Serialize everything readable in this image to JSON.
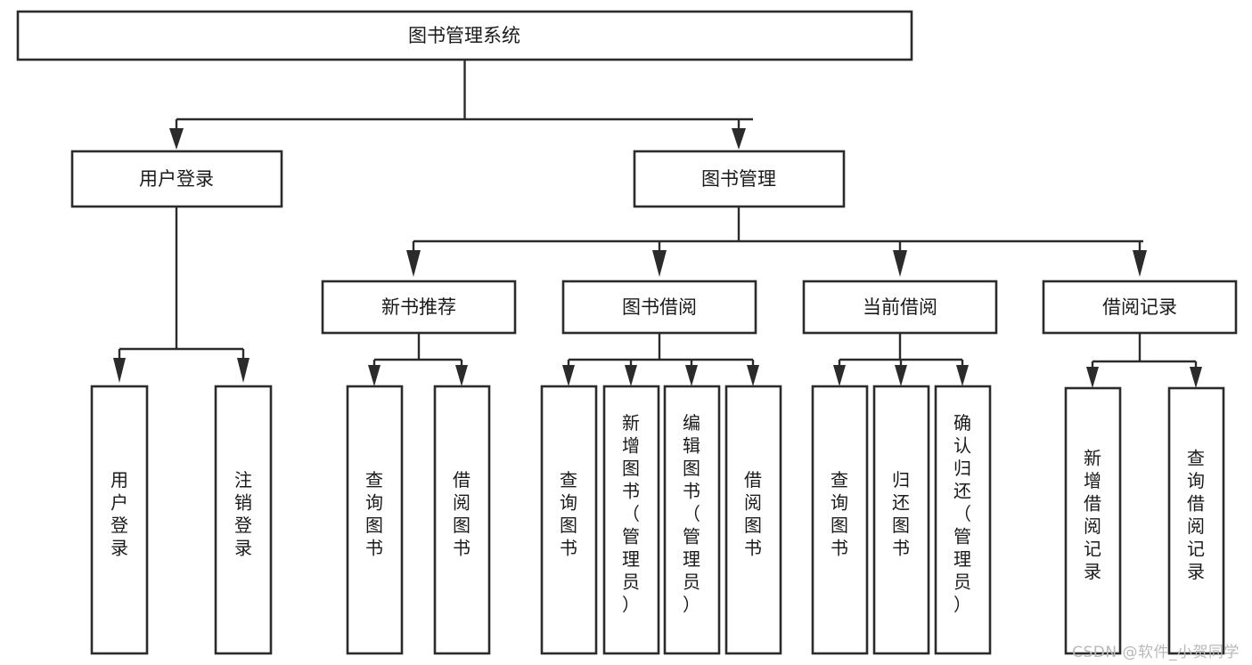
{
  "diagram": {
    "type": "tree-hierarchy",
    "title": "图书管理系统",
    "watermark": "CSDN @软件_小贺同学",
    "nodes": {
      "root": {
        "label": "图书管理系统",
        "level": 1,
        "orientation": "horizontal"
      },
      "l2": [
        {
          "id": "user-login",
          "label": "用户登录",
          "level": 2,
          "orientation": "horizontal"
        },
        {
          "id": "book-manage",
          "label": "图书管理",
          "level": 2,
          "orientation": "horizontal"
        }
      ],
      "l3": [
        {
          "id": "new-book-rec",
          "label": "新书推荐",
          "level": 3,
          "orientation": "horizontal",
          "parent": "book-manage"
        },
        {
          "id": "book-borrow",
          "label": "图书借阅",
          "level": 3,
          "orientation": "horizontal",
          "parent": "book-manage"
        },
        {
          "id": "current-borrow",
          "label": "当前借阅",
          "level": 3,
          "orientation": "horizontal",
          "parent": "book-manage"
        },
        {
          "id": "borrow-record",
          "label": "借阅记录",
          "level": 3,
          "orientation": "horizontal",
          "parent": "book-manage"
        }
      ],
      "leaves": [
        {
          "id": "leaf-user-login",
          "label": "用户登录",
          "parent": "user-login",
          "orientation": "vertical"
        },
        {
          "id": "leaf-user-logout",
          "label": "注销登录",
          "parent": "user-login",
          "orientation": "vertical"
        },
        {
          "id": "leaf-query-book-1",
          "label": "查询图书",
          "parent": "new-book-rec",
          "orientation": "vertical"
        },
        {
          "id": "leaf-borrow-book-1",
          "label": "借阅图书",
          "parent": "new-book-rec",
          "orientation": "vertical"
        },
        {
          "id": "leaf-query-book-2",
          "label": "查询图书",
          "parent": "book-borrow",
          "orientation": "vertical"
        },
        {
          "id": "leaf-add-book",
          "label": "新增图书（管理员）",
          "parent": "book-borrow",
          "orientation": "vertical"
        },
        {
          "id": "leaf-edit-book",
          "label": "编辑图书（管理员）",
          "parent": "book-borrow",
          "orientation": "vertical"
        },
        {
          "id": "leaf-borrow-book-2",
          "label": "借阅图书",
          "parent": "book-borrow",
          "orientation": "vertical"
        },
        {
          "id": "leaf-query-book-3",
          "label": "查询图书",
          "parent": "current-borrow",
          "orientation": "vertical"
        },
        {
          "id": "leaf-return-book",
          "label": "归还图书",
          "parent": "current-borrow",
          "orientation": "vertical"
        },
        {
          "id": "leaf-confirm-return",
          "label": "确认归还（管理员）",
          "parent": "current-borrow",
          "orientation": "vertical"
        },
        {
          "id": "leaf-add-record",
          "label": "新增借阅记录",
          "parent": "borrow-record",
          "orientation": "vertical"
        },
        {
          "id": "leaf-query-record",
          "label": "查询借阅记录",
          "parent": "borrow-record",
          "orientation": "vertical"
        }
      ]
    },
    "colors": {
      "box_stroke": "#2b2b2b",
      "box_fill": "#ffffff",
      "text": "#1a1a1a",
      "background": "#ffffff",
      "watermark": "#b9b9b9"
    }
  }
}
